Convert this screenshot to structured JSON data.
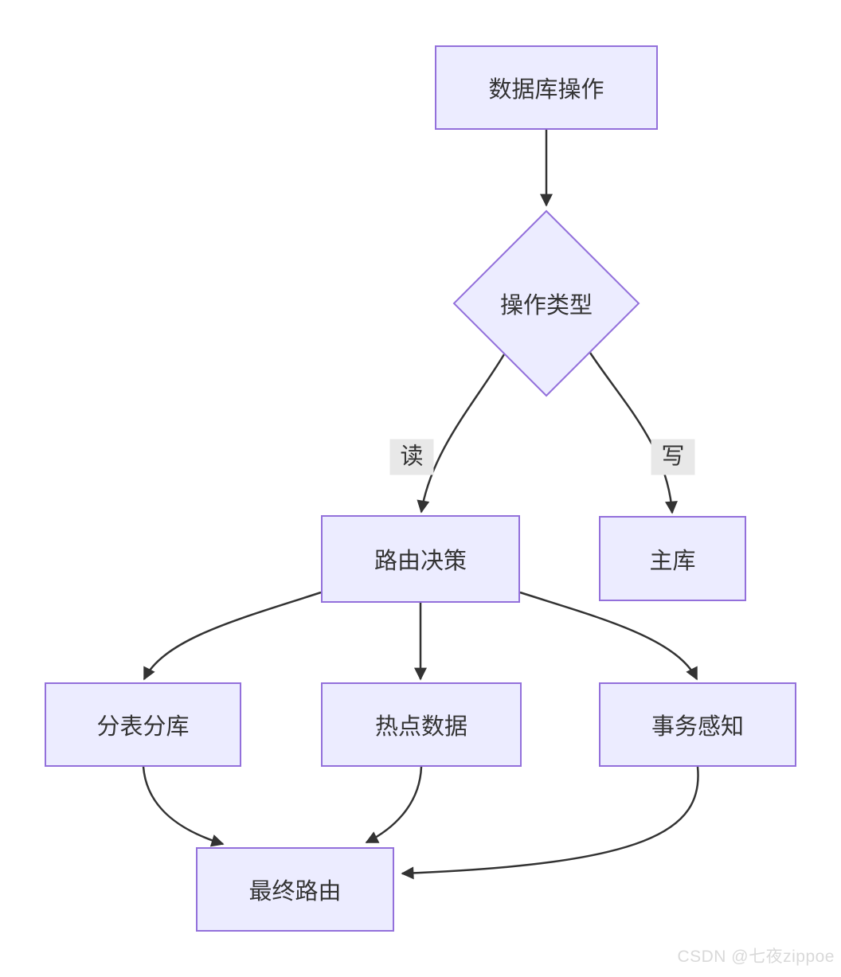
{
  "diagram": {
    "type": "flowchart",
    "direction": "top-down",
    "nodes": {
      "db_operation": {
        "label": "数据库操作",
        "shape": "rect"
      },
      "operation_type": {
        "label": "操作类型",
        "shape": "diamond"
      },
      "routing_decision": {
        "label": "路由决策",
        "shape": "rect"
      },
      "master_db": {
        "label": "主库",
        "shape": "rect"
      },
      "sharding": {
        "label": "分表分库",
        "shape": "rect"
      },
      "hot_data": {
        "label": "热点数据",
        "shape": "rect"
      },
      "transaction_aware": {
        "label": "事务感知",
        "shape": "rect"
      },
      "final_route": {
        "label": "最终路由",
        "shape": "rect"
      }
    },
    "edge_labels": {
      "read": "读",
      "write": "写"
    },
    "edges": [
      {
        "from": "数据库操作",
        "to": "操作类型",
        "label": ""
      },
      {
        "from": "操作类型",
        "to": "路由决策",
        "label": "读"
      },
      {
        "from": "操作类型",
        "to": "主库",
        "label": "写"
      },
      {
        "from": "路由决策",
        "to": "分表分库",
        "label": ""
      },
      {
        "from": "路由决策",
        "to": "热点数据",
        "label": ""
      },
      {
        "from": "路由决策",
        "to": "事务感知",
        "label": ""
      },
      {
        "from": "分表分库",
        "to": "最终路由",
        "label": ""
      },
      {
        "from": "热点数据",
        "to": "最终路由",
        "label": ""
      },
      {
        "from": "事务感知",
        "to": "最终路由",
        "label": ""
      }
    ],
    "colors": {
      "node_fill": "#ECECFF",
      "node_border": "#9370DB",
      "edge_stroke": "#333333",
      "edge_label_bg": "#e8e8e8",
      "text": "#333333",
      "watermark": "#d9d9d9"
    }
  },
  "watermark": "CSDN @七夜zippoe"
}
